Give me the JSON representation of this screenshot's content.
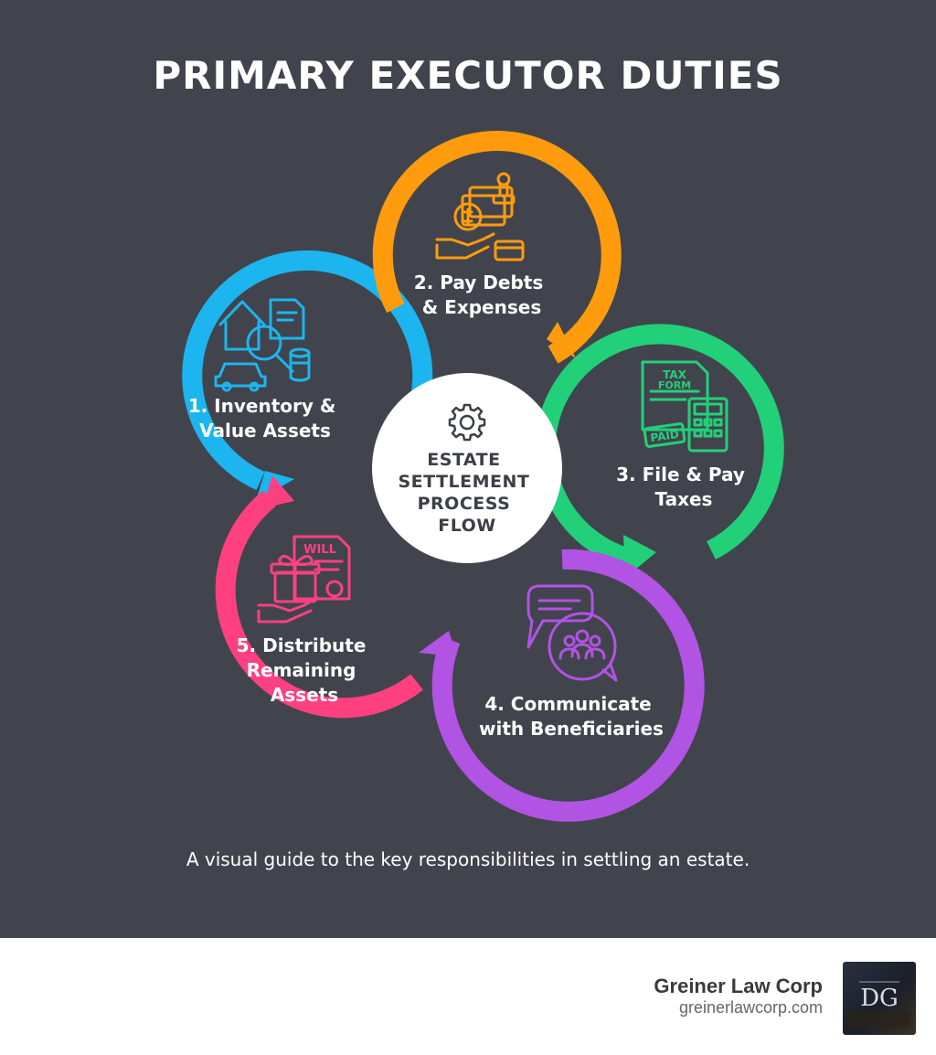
{
  "title": "PRIMARY EXECUTOR DUTIES",
  "center": {
    "lines": [
      "ESTATE",
      "SETTLEMENT",
      "PROCESS",
      "FLOW"
    ],
    "icon": "gear-icon"
  },
  "steps": [
    {
      "lines": [
        "1. Inventory &",
        "Value Assets"
      ],
      "color": "#1cb5ef",
      "icon": "house-magnifier-car-coins-icon"
    },
    {
      "lines": [
        "2. Pay Debts",
        "& Expenses"
      ],
      "color": "#ff9c0e",
      "icon": "hand-money-stamp-card-icon"
    },
    {
      "lines": [
        "3. File & Pay",
        "Taxes"
      ],
      "color": "#22d07a",
      "icon": "tax-form-calculator-icon",
      "icon_text": [
        "TAX",
        "FORM",
        "PAID"
      ]
    },
    {
      "lines": [
        "4. Communicate",
        "with Beneficiaries"
      ],
      "color": "#b153e3",
      "icon": "chat-group-icon"
    },
    {
      "lines": [
        "5. Distribute",
        "Remaining",
        "Assets"
      ],
      "color": "#ff4080",
      "icon": "will-gift-hand-icon",
      "icon_text": [
        "WILL"
      ]
    }
  ],
  "caption": "A visual guide to the key responsibilities in settling an estate.",
  "footer": {
    "brand_name": "Greiner Law Corp",
    "brand_url": "greinerlawcorp.com",
    "logo_text": "DG"
  }
}
